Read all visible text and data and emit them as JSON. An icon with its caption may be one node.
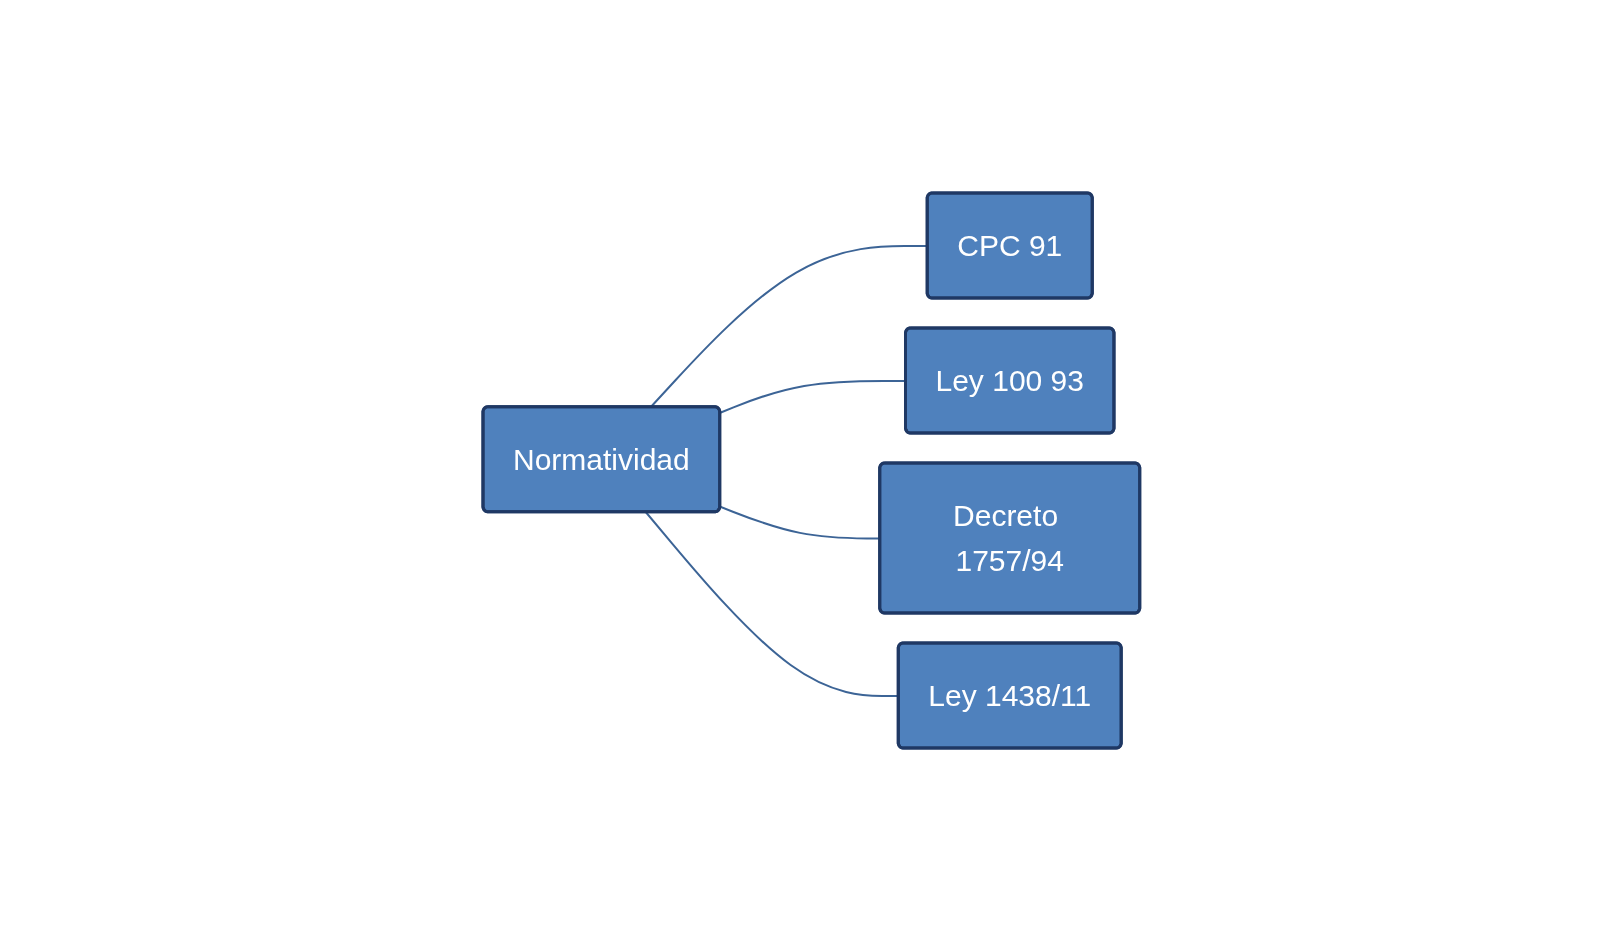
{
  "diagram": {
    "nodes": [
      {
        "text": [
          "Normatividad"
        ]
      },
      {
        "text": [
          "CPC 91"
        ]
      },
      {
        "text": [
          "Ley 100 93"
        ]
      },
      {
        "text": [
          "Decreto 1757/94"
        ]
      },
      {
        "text": [
          "Ley 1438/11"
        ]
      }
    ],
    "edges": [
      {
        "from": 0,
        "to": 1,
        "arrow": "none"
      },
      {
        "from": 0,
        "to": 2,
        "arrow": "none"
      },
      {
        "from": 0,
        "to": 3,
        "arrow": "none"
      },
      {
        "from": 0,
        "to": 4,
        "arrow": "none"
      }
    ]
  }
}
